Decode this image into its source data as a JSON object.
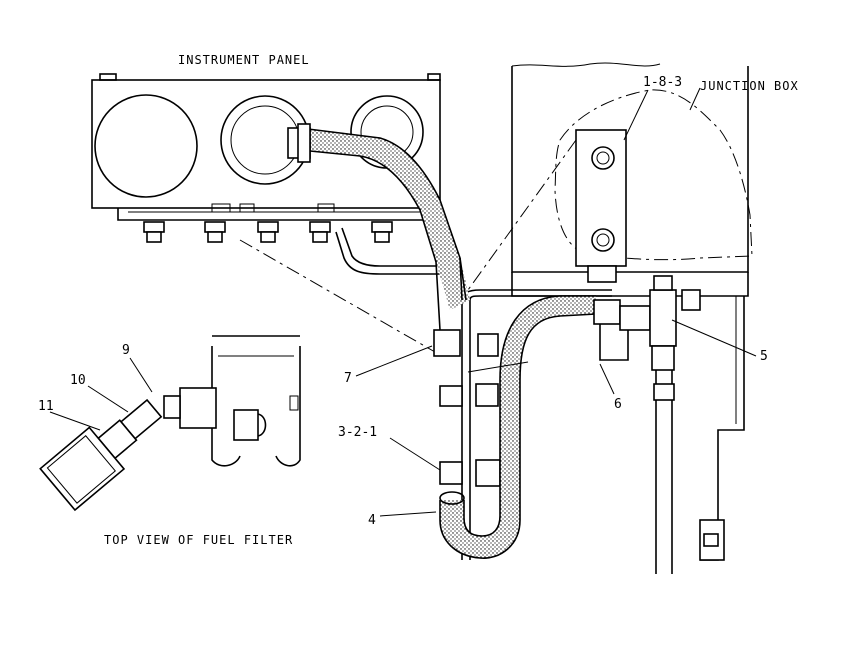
{
  "captions": {
    "instrument_panel": "INSTRUMENT PANEL",
    "junction_box": "JUNCTION BOX",
    "top_view": "TOP VIEW OF FUEL FILTER"
  },
  "callouts": {
    "c183": "1-8-3",
    "c5": "5",
    "c6": "6",
    "c7": "7",
    "c321": "3-2-1",
    "c4": "4",
    "c9": "9",
    "c10": "10",
    "c11": "11"
  }
}
